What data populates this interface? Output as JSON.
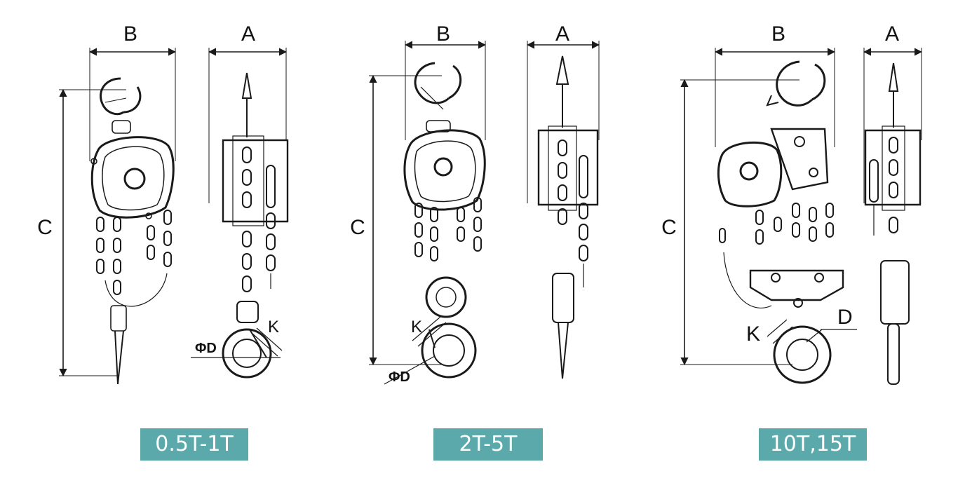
{
  "colors": {
    "badge_bg": "#5ba9ab",
    "line": "#1a1a1a",
    "badge_text": "#ffffff"
  },
  "figures": [
    {
      "label": "0.5T-1T",
      "dims": {
        "b": "B",
        "a": "A",
        "c": "C",
        "d": "ΦD",
        "k": "K"
      }
    },
    {
      "label": "2T-5T",
      "dims": {
        "b": "B",
        "a": "A",
        "c": "C",
        "d": "ΦD",
        "k": "K"
      }
    },
    {
      "label": "10T,15T",
      "dims": {
        "b": "B",
        "a": "A",
        "c": "C",
        "d": "D",
        "k": "K"
      }
    }
  ]
}
